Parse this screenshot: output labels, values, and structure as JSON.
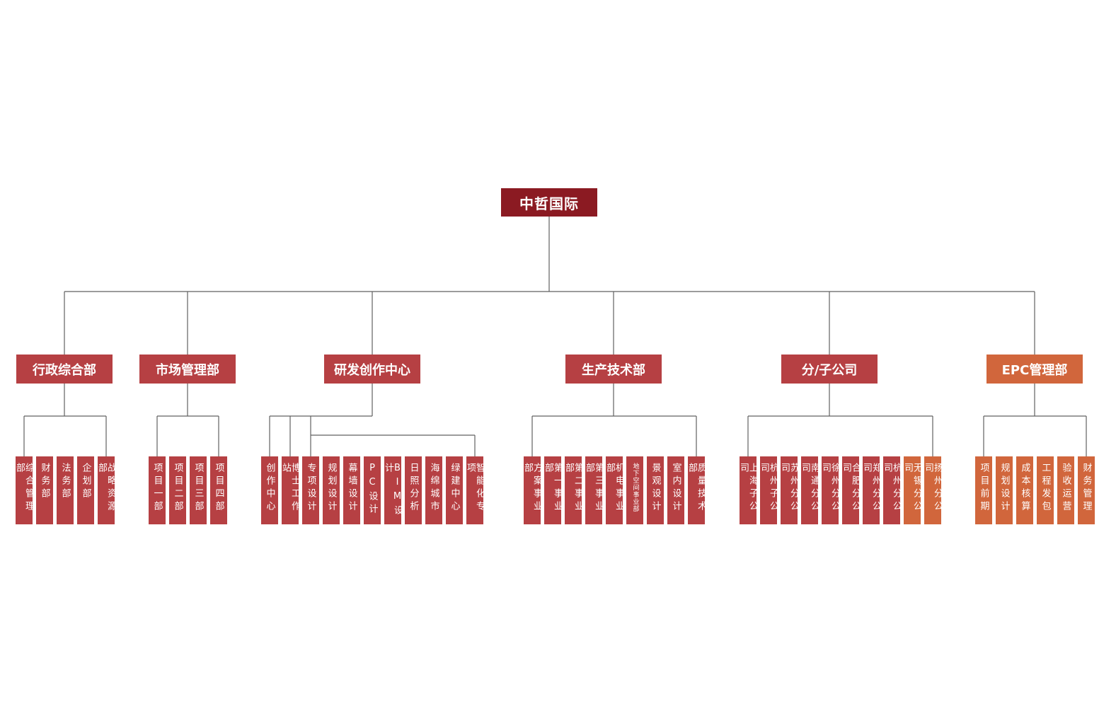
{
  "colors": {
    "root": "#8b1a22",
    "dept": "#b64043",
    "leaf": "#b64043",
    "accent": "#d1663c",
    "line": "#606060"
  },
  "root": {
    "label": "中哲国际"
  },
  "departments": [
    {
      "label": "行政综合部",
      "children": [
        "综合管理部",
        "财务部",
        "法务部",
        "企划部",
        "战略资源部"
      ]
    },
    {
      "label": "市场管理部",
      "children": [
        "项目一部",
        "项目二部",
        "项目三部",
        "项目四部"
      ]
    },
    {
      "label": "研发创作中心",
      "children": [
        "创作中心",
        "博士工作站",
        "专项设计",
        "规划设计",
        "幕墙设计",
        "PC设计",
        "BIM设计",
        "日照分析",
        "海绵城市",
        "绿建中心",
        "智能化专项"
      ]
    },
    {
      "label": "生产技术部",
      "children": [
        "方案事业部",
        "第一事业部",
        "第二事业部",
        "第三事业部",
        "机电事业部",
        "地下空间事业部",
        "景观设计",
        "室内设计",
        "质量技术部"
      ]
    },
    {
      "label": "分/子公司",
      "children": [
        "上海子公司",
        "杭州子公司",
        "苏州分公司",
        "南通分公司",
        "徐州分公司",
        "合肥分公司",
        "郑州分公司",
        "杭州分公司",
        "无锡分公司",
        "扬州分公司"
      ],
      "accent_children": [
        8,
        9
      ]
    },
    {
      "label": "EPC管理部",
      "accent": true,
      "children": [
        "项目前期",
        "规划设计",
        "成本核算",
        "工程发包",
        "验收运营",
        "财务管理"
      ],
      "accent_all": true
    }
  ]
}
